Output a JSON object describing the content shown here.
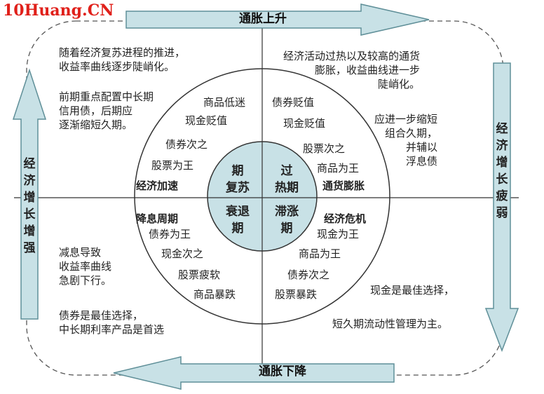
{
  "watermark": "10Huang.CN",
  "arrows": {
    "top": "通胀上升",
    "bottom": "通胀下降",
    "left": "经济增长增强",
    "right": "经济增长疲弱"
  },
  "phases": {
    "recovery": "期\n复苏",
    "overheat": "过\n热期",
    "recession": "衰退\n期",
    "stagflation": "滞涨\n期"
  },
  "stages": {
    "acceleration": "经济加速",
    "inflation": "通货膨胀",
    "rate_cut": "降息周期",
    "crisis": "经济危机"
  },
  "rankings": {
    "recovery": [
      "商品低迷",
      "现金贬值",
      "债券次之",
      "股票为王"
    ],
    "overheat": [
      "债券贬值",
      "现金贬值",
      "股票次之",
      "商品为王"
    ],
    "recession": [
      "债券为王",
      "现金次之",
      "股票疲软",
      "商品暴跌"
    ],
    "stagflation": [
      "现金为王",
      "商品为王",
      "债券次之",
      "股票暴跌"
    ]
  },
  "notes": {
    "tl_1": "随着经济复苏进程的推进，\n收益率曲线逐步陡峭化。",
    "tl_2": "前期重点配置中长期\n信用债，后期应\n逐渐缩短久期。",
    "tr_1": "经济活动过热以及较高的通货\n膨胀，收益曲线进一步\n陡峭化。",
    "tr_2": "应进一步缩短\n组合久期，\n并辅以\n浮息债",
    "bl_1": "减息导致\n收益率曲线\n急剧下行。",
    "bl_2": "债券是最佳选择，\n中长期利率产品是首选",
    "br_1": "现金是最佳选择，",
    "br_2": "短久期流动性管理为主。"
  },
  "colors": {
    "arrow_fill": "#c8e1e6",
    "arrow_stroke": "#5f8f98",
    "inner_circle": "#c8e1e6",
    "watermark": "#e0201a"
  }
}
